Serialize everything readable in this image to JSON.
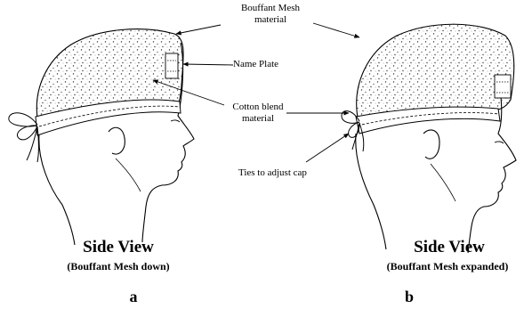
{
  "labels": {
    "mesh": [
      "Bouffant Mesh",
      "material"
    ],
    "name_plate": "Name Plate",
    "cotton": [
      "Cotton blend",
      "material"
    ],
    "ties": "Ties to adjust cap"
  },
  "panel_a": {
    "title": "Side View",
    "subtitle": "(Bouffant Mesh down)",
    "letter": "a"
  },
  "panel_b": {
    "title": "Side View",
    "subtitle": "(Bouffant Mesh expanded)",
    "letter": "b"
  }
}
